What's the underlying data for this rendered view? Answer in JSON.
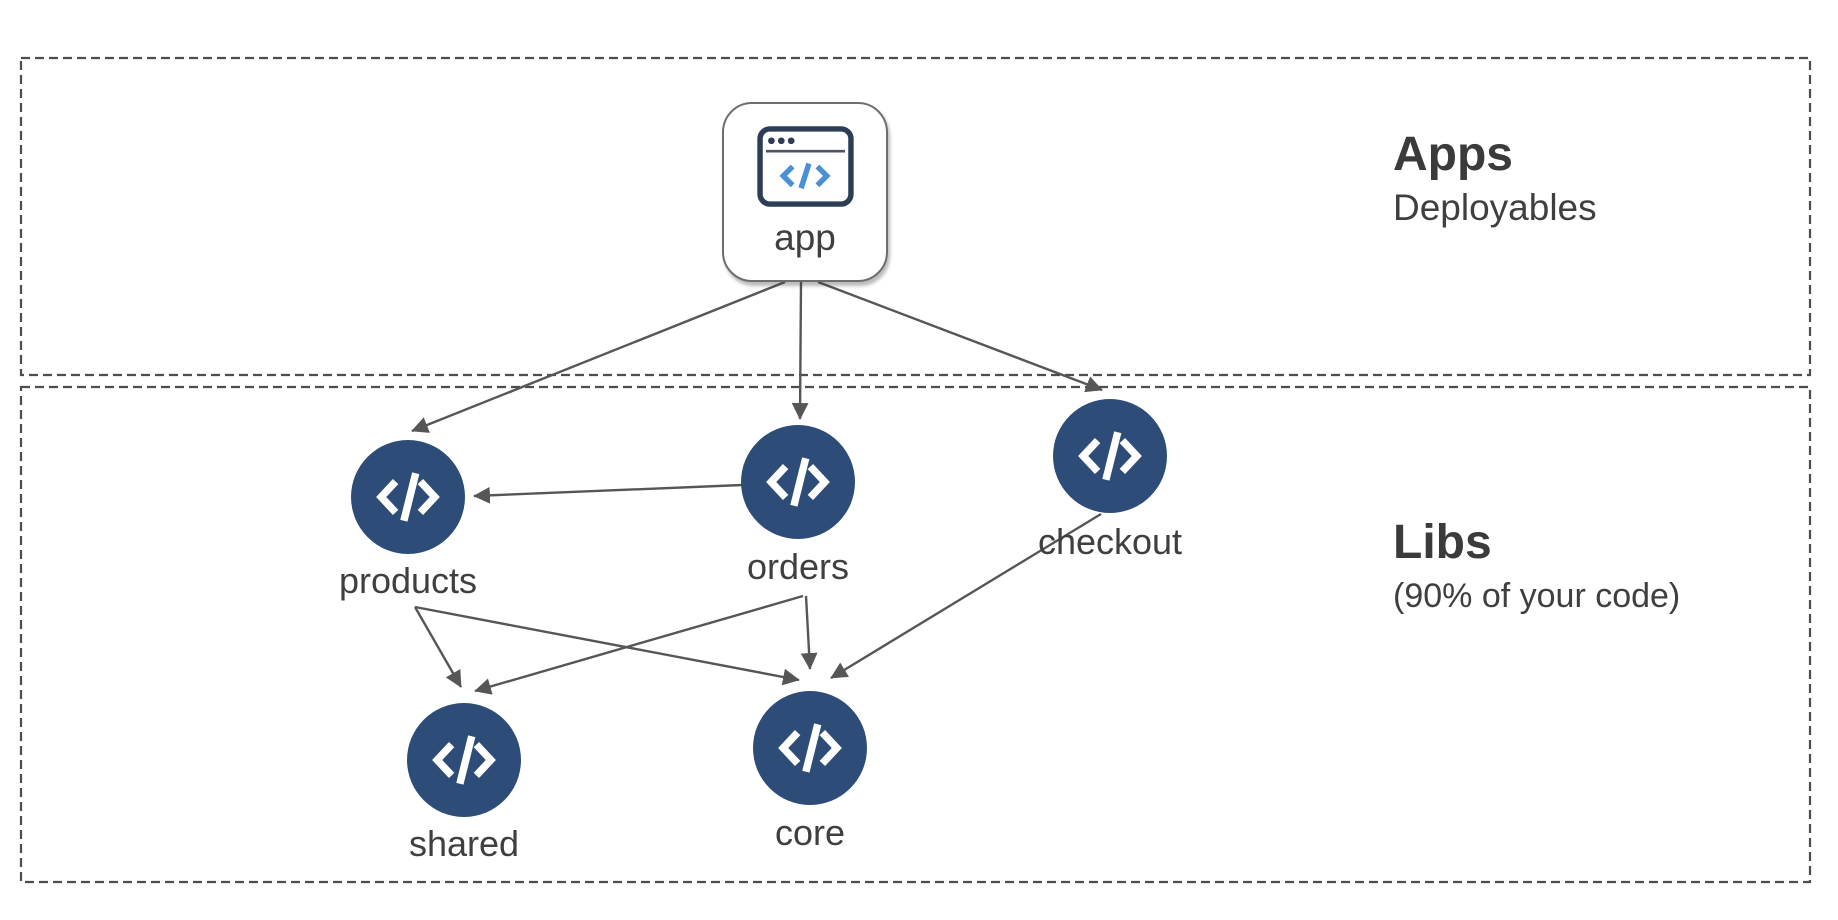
{
  "diagram": {
    "regions": [
      {
        "id": "apps",
        "title": "Apps",
        "subtitle": "Deployables"
      },
      {
        "id": "libs",
        "title": "Libs",
        "subtitle": "(90% of your code)"
      }
    ],
    "nodes": [
      {
        "id": "app",
        "label": "app",
        "kind": "application",
        "icon": "browser-code-icon"
      },
      {
        "id": "products",
        "label": "products",
        "kind": "library",
        "icon": "code-icon"
      },
      {
        "id": "orders",
        "label": "orders",
        "kind": "library",
        "icon": "code-icon"
      },
      {
        "id": "checkout",
        "label": "checkout",
        "kind": "library",
        "icon": "code-icon"
      },
      {
        "id": "shared",
        "label": "shared",
        "kind": "library",
        "icon": "code-icon"
      },
      {
        "id": "core",
        "label": "core",
        "kind": "library",
        "icon": "code-icon"
      }
    ],
    "edges": [
      {
        "from": "app",
        "to": "products"
      },
      {
        "from": "app",
        "to": "orders"
      },
      {
        "from": "app",
        "to": "checkout"
      },
      {
        "from": "orders",
        "to": "products"
      },
      {
        "from": "products",
        "to": "shared"
      },
      {
        "from": "products",
        "to": "core"
      },
      {
        "from": "orders",
        "to": "shared"
      },
      {
        "from": "orders",
        "to": "core"
      },
      {
        "from": "checkout",
        "to": "core"
      }
    ]
  },
  "colors": {
    "node_fill": "#2d4d78",
    "node_glyph": "#ffffff",
    "edge": "#565656",
    "region_border": "#4d4d4d",
    "heading_text": "#3b3b3b",
    "label_text": "#3f3f3f",
    "app_icon_frame": "#2e3d56",
    "app_icon_code": "#4a90d5",
    "app_box_border": "#6e6e6e",
    "background": "#ffffff"
  }
}
